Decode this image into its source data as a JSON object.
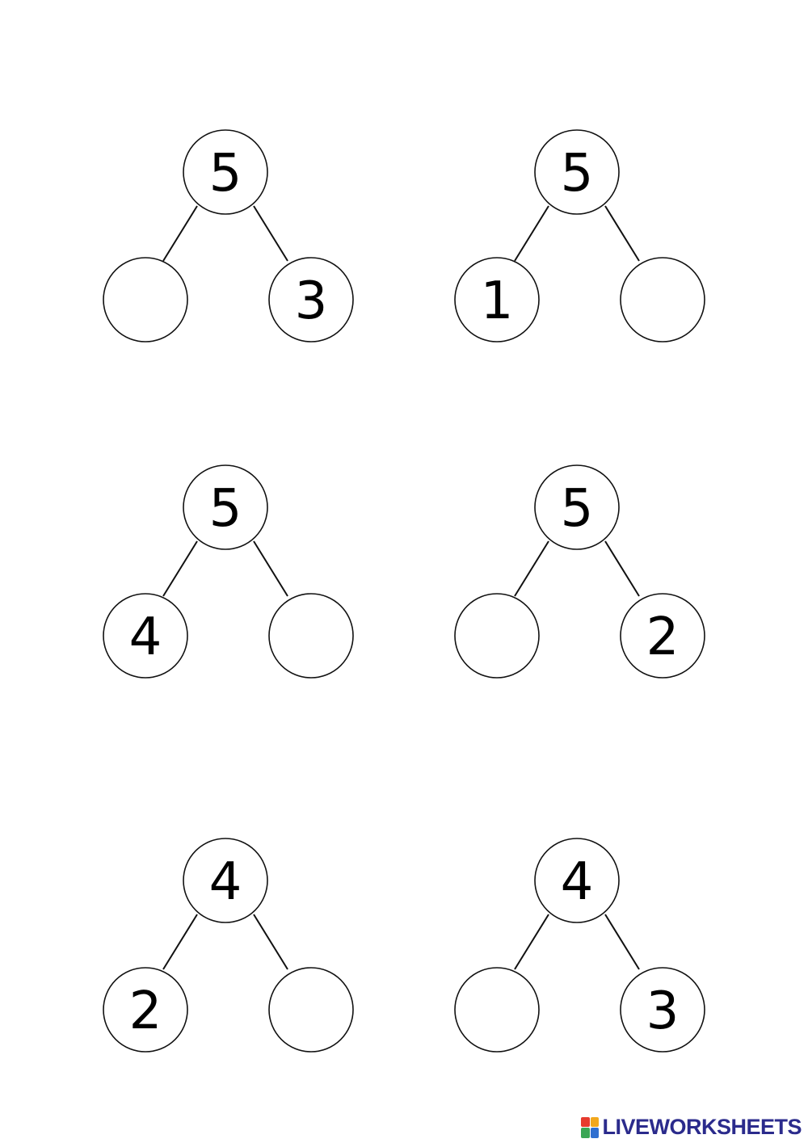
{
  "worksheet": {
    "bonds": [
      {
        "whole": "5",
        "left": "",
        "right": "3"
      },
      {
        "whole": "5",
        "left": "1",
        "right": ""
      },
      {
        "whole": "5",
        "left": "4",
        "right": ""
      },
      {
        "whole": "5",
        "left": "",
        "right": "2"
      },
      {
        "whole": "4",
        "left": "2",
        "right": ""
      },
      {
        "whole": "4",
        "left": "",
        "right": "3"
      }
    ]
  },
  "branding": {
    "text": "LIVEWORKSHEETS",
    "logo_icon": "liveworksheets-logo-icon",
    "logo_colors": [
      "#e63b2e",
      "#f2a81d",
      "#3aa655",
      "#2f6fd0"
    ],
    "text_color": "#2b2b8c"
  }
}
